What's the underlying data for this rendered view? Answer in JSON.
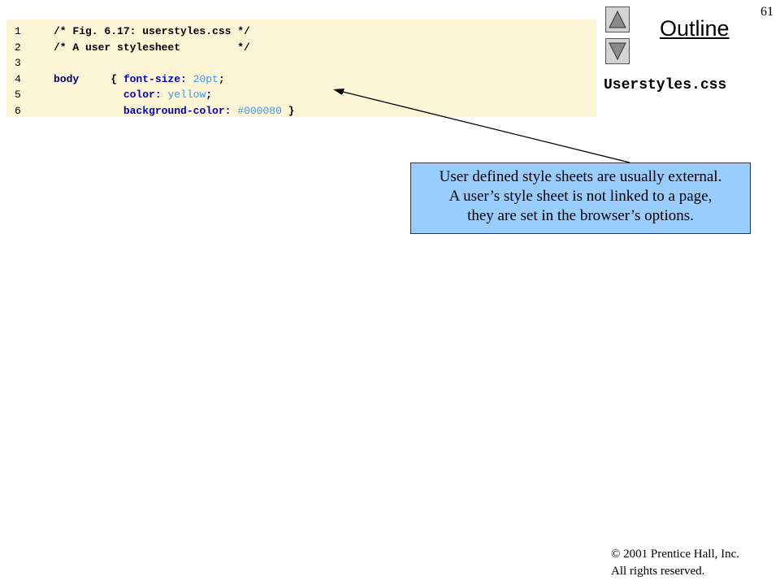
{
  "page_number": "61",
  "nav": {
    "outline_label": "Outline",
    "up_icon": "triangle-up-icon",
    "down_icon": "triangle-down-icon"
  },
  "file_label": "Userstyles.css",
  "code": {
    "lines": [
      {
        "num": "1",
        "parts": [
          {
            "t": "/* Fig. 6.17: userstyles.css */",
            "c": "comment"
          }
        ]
      },
      {
        "num": "2",
        "parts": [
          {
            "t": "/* A user stylesheet         */",
            "c": "comment"
          }
        ]
      },
      {
        "num": "3",
        "parts": []
      },
      {
        "num": "4",
        "parts": [
          {
            "t": "body     ",
            "c": "selector"
          },
          {
            "t": "{ ",
            "c": "punct"
          },
          {
            "t": "font-size: ",
            "c": "prop"
          },
          {
            "t": "20pt",
            "c": "val"
          },
          {
            "t": ";",
            "c": "punct"
          }
        ]
      },
      {
        "num": "5",
        "parts": [
          {
            "t": "           ",
            "c": "punct"
          },
          {
            "t": "color: ",
            "c": "prop"
          },
          {
            "t": "yellow",
            "c": "val"
          },
          {
            "t": ";",
            "c": "punct"
          }
        ]
      },
      {
        "num": "6",
        "parts": [
          {
            "t": "           ",
            "c": "punct"
          },
          {
            "t": "background-color: ",
            "c": "prop"
          },
          {
            "t": "#000080",
            "c": "val"
          },
          {
            "t": " }",
            "c": "punct"
          }
        ]
      }
    ]
  },
  "callout": {
    "lines": [
      "User defined style sheets are usually external.",
      "A user’s style sheet is not linked to a page,",
      "they are set in the browser’s options."
    ]
  },
  "copyright": {
    "line1": "© 2001 Prentice Hall, Inc.",
    "line2": "All rights reserved."
  },
  "colors": {
    "code_background": "#fdf6d6",
    "callout_background": "#99ccff",
    "value_color": "#3399ff",
    "property_color": "#0000cc"
  }
}
